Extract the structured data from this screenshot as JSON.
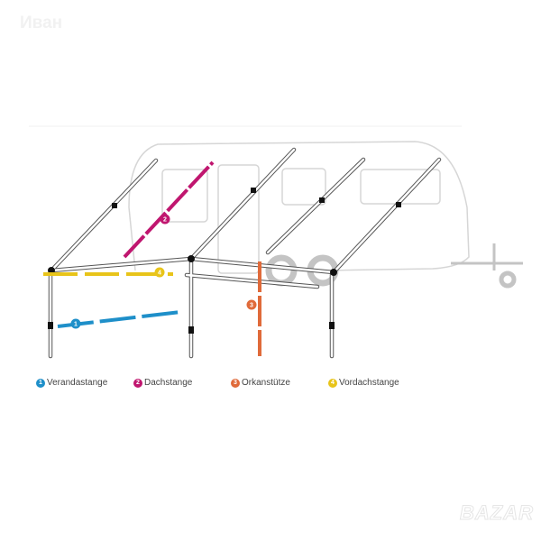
{
  "watermark": "Иван",
  "logo_text": "BAZAR",
  "colors": {
    "verandastange": "#1e8fc9",
    "dachstange": "#c0166f",
    "orkanstuetze": "#e06a3a",
    "vordachstange": "#e8c41a",
    "pole": "#555555",
    "caravan": "#d6d6d6"
  },
  "markers": {
    "m1": "1",
    "m2": "2",
    "m3": "3",
    "m4": "4"
  },
  "legend": [
    {
      "num": "1",
      "label": "Verandastange"
    },
    {
      "num": "2",
      "label": "Dachstange"
    },
    {
      "num": "3",
      "label": "Orkanstütze"
    },
    {
      "num": "4",
      "label": "Vordachstange"
    }
  ]
}
